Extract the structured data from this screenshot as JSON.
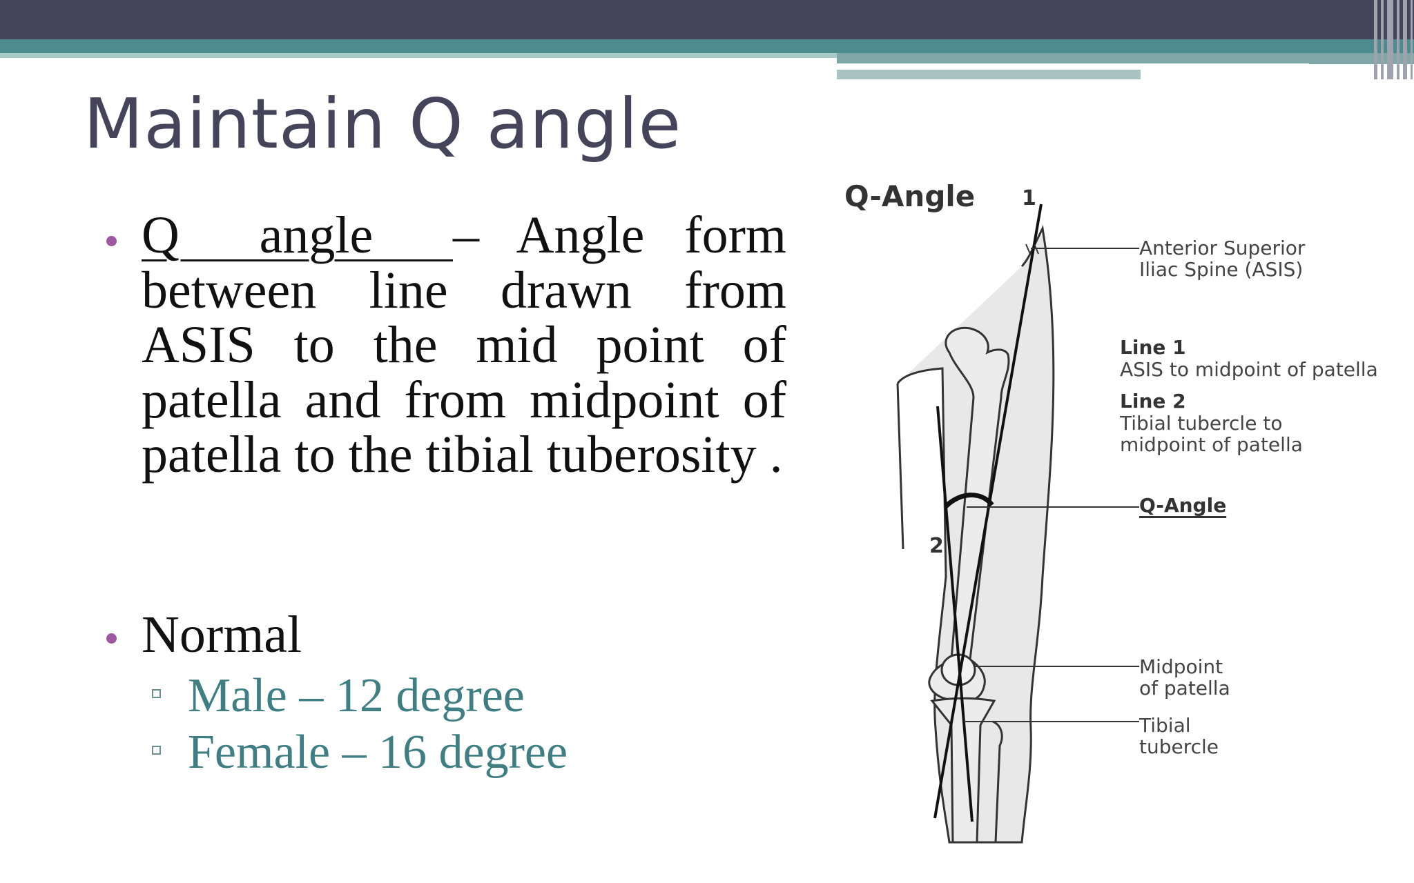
{
  "slide": {
    "title": "Maintain Q angle",
    "definition": {
      "term": "Q  angle  ",
      "text": "– Angle form between line drawn from ASIS to the mid point of patella and from midpoint of patella to the tibial tuberosity ."
    },
    "normal": {
      "label": "Normal",
      "values": [
        {
          "text": "Male – 12 degree"
        },
        {
          "text": "Female – 16 degree"
        }
      ]
    }
  },
  "figure": {
    "heading": "Q-Angle",
    "line_number_1": "1",
    "line_number_2": "2",
    "asis_label": [
      "Anterior Superior",
      "Iliac Spine (ASIS)"
    ],
    "line1_title": "Line 1",
    "line1_desc": "ASIS to midpoint of patella",
    "line2_title": "Line 2",
    "line2_desc": [
      "Tibial tubercle to",
      "midpoint of patella"
    ],
    "qangle_label": "Q-Angle",
    "midpoint_label": [
      "Midpoint",
      "of patella"
    ],
    "tubercle_label": [
      "Tibial",
      "tubercle"
    ]
  },
  "colors": {
    "title": "#46445a",
    "bullet": "#9d58a0",
    "sub_text": "#3f7f84",
    "banner_dark": "#46445a",
    "banner_teal": "#4d8c8e"
  }
}
